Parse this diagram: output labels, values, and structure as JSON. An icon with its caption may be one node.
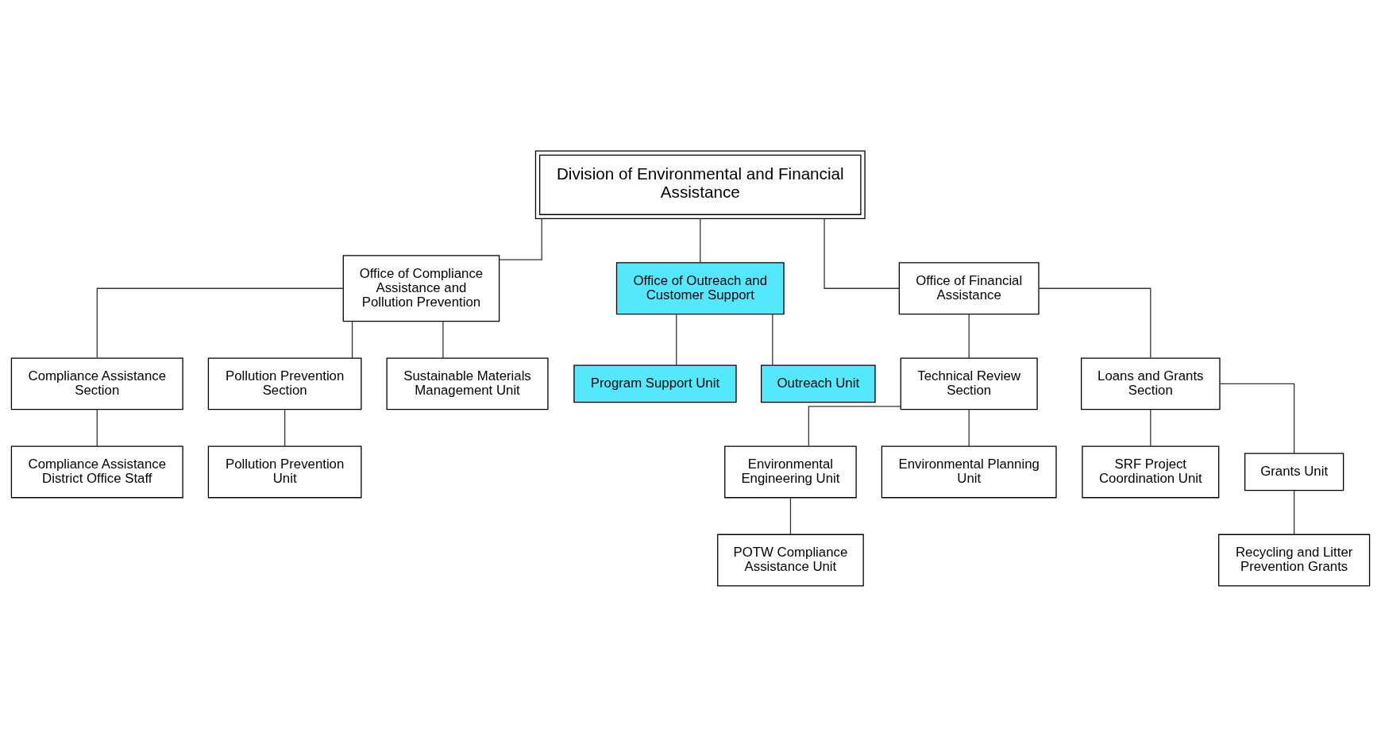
{
  "diagram": {
    "nodes": [
      {
        "text": [
          "Division of Environmental and Financial Assistance"
        ]
      },
      {
        "text": [
          "Office of Compliance Assistance and Pollution Prevention"
        ]
      },
      {
        "text": [
          "Office of Outreach and Customer Support"
        ]
      },
      {
        "text": [
          "Office of Financial Assistance"
        ]
      },
      {
        "text": [
          "Compliance Assistance Section"
        ]
      },
      {
        "text": [
          "Pollution Prevention Section"
        ]
      },
      {
        "text": [
          "Sustainable Materials Management Unit"
        ]
      },
      {
        "text": [
          "Compliance Assistance District Office Staff"
        ]
      },
      {
        "text": [
          "Pollution Prevention Unit"
        ]
      },
      {
        "text": [
          "Program Support Unit"
        ]
      },
      {
        "text": [
          "Outreach Unit"
        ]
      },
      {
        "text": [
          "Technical Review Section"
        ]
      },
      {
        "text": [
          "Loans and Grants Section"
        ]
      },
      {
        "text": [
          "Environmental Engineering Unit"
        ]
      },
      {
        "text": [
          "Environmental Planning Unit"
        ]
      },
      {
        "text": [
          "SRF Project Coordination Unit"
        ]
      },
      {
        "text": [
          "Grants Unit"
        ]
      },
      {
        "text": [
          "POTW Compliance Assistance Unit"
        ]
      },
      {
        "text": [
          "Recycling and Litter Prevention Grants"
        ]
      }
    ],
    "edges": [
      {
        "from": 0,
        "to": 1,
        "arrow": "none"
      },
      {
        "from": 0,
        "to": 2,
        "arrow": "none"
      },
      {
        "from": 0,
        "to": 3,
        "arrow": "none"
      },
      {
        "from": 1,
        "to": 4,
        "arrow": "none"
      },
      {
        "from": 1,
        "to": 5,
        "arrow": "none"
      },
      {
        "from": 1,
        "to": 6,
        "arrow": "none"
      },
      {
        "from": 4,
        "to": 7,
        "arrow": "none"
      },
      {
        "from": 5,
        "to": 8,
        "arrow": "none"
      },
      {
        "from": 2,
        "to": 9,
        "arrow": "none"
      },
      {
        "from": 2,
        "to": 10,
        "arrow": "none"
      },
      {
        "from": 3,
        "to": 11,
        "arrow": "none"
      },
      {
        "from": 3,
        "to": 12,
        "arrow": "none"
      },
      {
        "from": 11,
        "to": 13,
        "arrow": "none"
      },
      {
        "from": 11,
        "to": 14,
        "arrow": "none"
      },
      {
        "from": 12,
        "to": 15,
        "arrow": "none"
      },
      {
        "from": 12,
        "to": 16,
        "arrow": "none"
      },
      {
        "from": 13,
        "to": 17,
        "arrow": "none"
      },
      {
        "from": 16,
        "to": 18,
        "arrow": "none"
      }
    ]
  }
}
